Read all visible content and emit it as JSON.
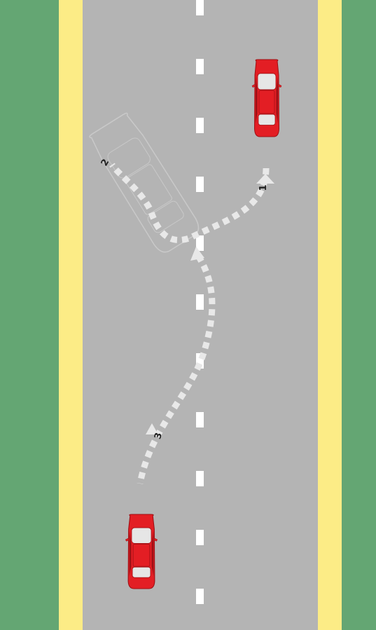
{
  "colors": {
    "verge": "#64a673",
    "shoulder": "#fcec86",
    "road": "#b4b4b4",
    "lane_marking": "#ffffff",
    "car_body": "#e31e24",
    "car_dark": "#9e1015",
    "car_glass": "#e6e6e6",
    "path": "#e8e8e8",
    "ghost_car": "#c9c9c9"
  },
  "steps": [
    {
      "number": "1"
    },
    {
      "number": "2"
    },
    {
      "number": "3"
    }
  ]
}
